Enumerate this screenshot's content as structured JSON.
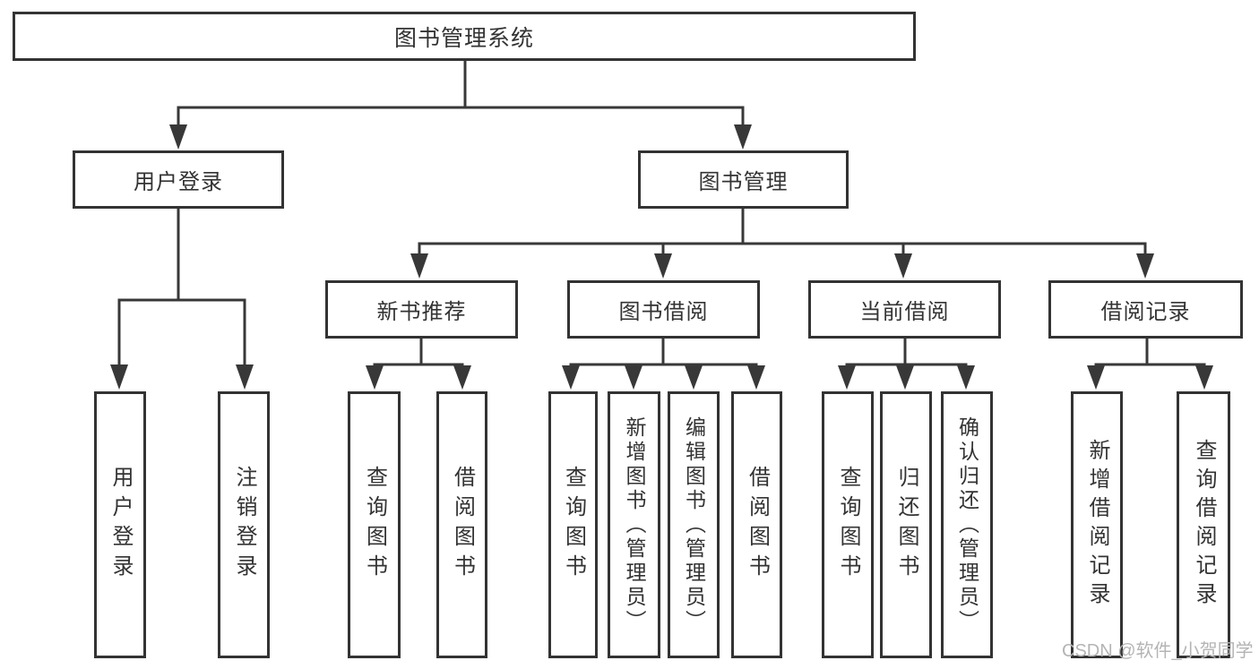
{
  "tree": {
    "root": {
      "label": "图书管理系统"
    },
    "user_login": {
      "label": "用户登录",
      "children": [
        {
          "label": "用户登录"
        },
        {
          "label": "注销登录"
        }
      ]
    },
    "book_mgmt": {
      "label": "图书管理",
      "children": [
        {
          "label": "新书推荐",
          "children": [
            {
              "label": "查询图书"
            },
            {
              "label": "借阅图书"
            }
          ]
        },
        {
          "label": "图书借阅",
          "children": [
            {
              "label": "查询图书"
            },
            {
              "label": "新增图书（管理员）"
            },
            {
              "label": "编辑图书（管理员）"
            },
            {
              "label": "借阅图书"
            }
          ]
        },
        {
          "label": "当前借阅",
          "children": [
            {
              "label": "查询图书"
            },
            {
              "label": "归还图书"
            },
            {
              "label": "确认归还（管理员）"
            }
          ]
        },
        {
          "label": "借阅记录",
          "children": [
            {
              "label": "新增借阅记录"
            },
            {
              "label": "查询借阅记录"
            }
          ]
        }
      ]
    }
  },
  "watermark": {
    "text": "CSDN @软件_小贺同学"
  },
  "colors": {
    "line": "#383838",
    "border": "#333333",
    "text": "#333333",
    "watermark": "#b4b4b4",
    "background": "#ffffff"
  }
}
